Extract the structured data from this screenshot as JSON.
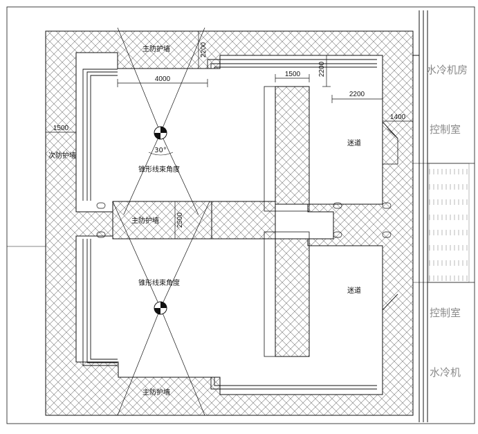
{
  "labels": {
    "main_wall_top": "主防护墙",
    "main_wall_mid": "主防护墙",
    "main_wall_bottom": "主防护墙",
    "secondary_wall": "次防护墙",
    "cone_angle_upper": "锥形线束角度",
    "cone_angle_lower": "锥形线束角度",
    "maze_upper": "迷道",
    "maze_lower": "迷道",
    "angle_30": "30°"
  },
  "rooms": {
    "water_cooler_top": "水冷机房",
    "control_room_top": "控制室",
    "control_room_bottom": "控制室",
    "water_cooler_bottom": "水冷机"
  },
  "dimensions": {
    "d_2200_top": "2200",
    "d_4000": "4000",
    "d_1500_top": "1500",
    "d_2200_mid": "2200",
    "d_2200_right": "2200",
    "d_1400": "1400",
    "d_1500_left": "1500",
    "d_2500": "2500"
  },
  "colors": {
    "line": "#111111",
    "hatch": "#7a7a7a",
    "room_text": "#8a8a8a",
    "control_panel": "#8a8a8a"
  }
}
